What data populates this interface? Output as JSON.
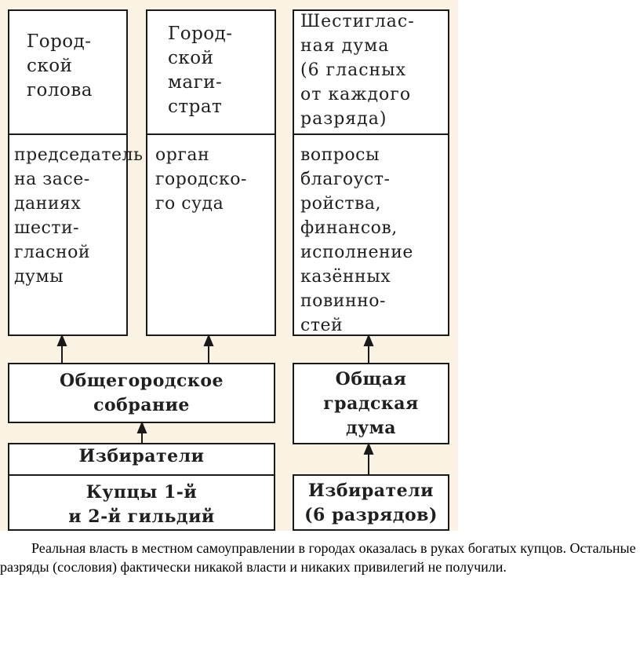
{
  "columns": [
    {
      "title": "Город-\nской\nголова",
      "description": "председатель\nна засе-\nданиях\nшести-\nгласной\nдумы"
    },
    {
      "title": "Город-\nской\nмаги-\nстрат",
      "description": "орган\nгородско-\nго суда"
    },
    {
      "title": "Шестиглас-\nная дума\n(6 гласных\nот каждого\nразряда)",
      "description": "вопросы\nблагоуст-\nройства,\nфинансов,\nисполнение\nказённых\nповинно-\nстей"
    }
  ],
  "assemblies": {
    "general": "Общегородское\nсобрание",
    "duma": "Общая\nградская\nдума"
  },
  "voters": {
    "left_label": "Избиратели",
    "left_detail": "Купцы 1-й\nи 2-й гильдий",
    "right_label": "Избиратели\n(6 разрядов)"
  },
  "caption": "Реальная власть в местном самоуправлении в городах оказалась в руках богатых купцов. Остальные разряды (сословия) фактически никакой власти и никаких привилегий не получили.",
  "colors": {
    "background": "#faf3e4",
    "box": "#ffffff",
    "line": "#1a1a1a"
  }
}
